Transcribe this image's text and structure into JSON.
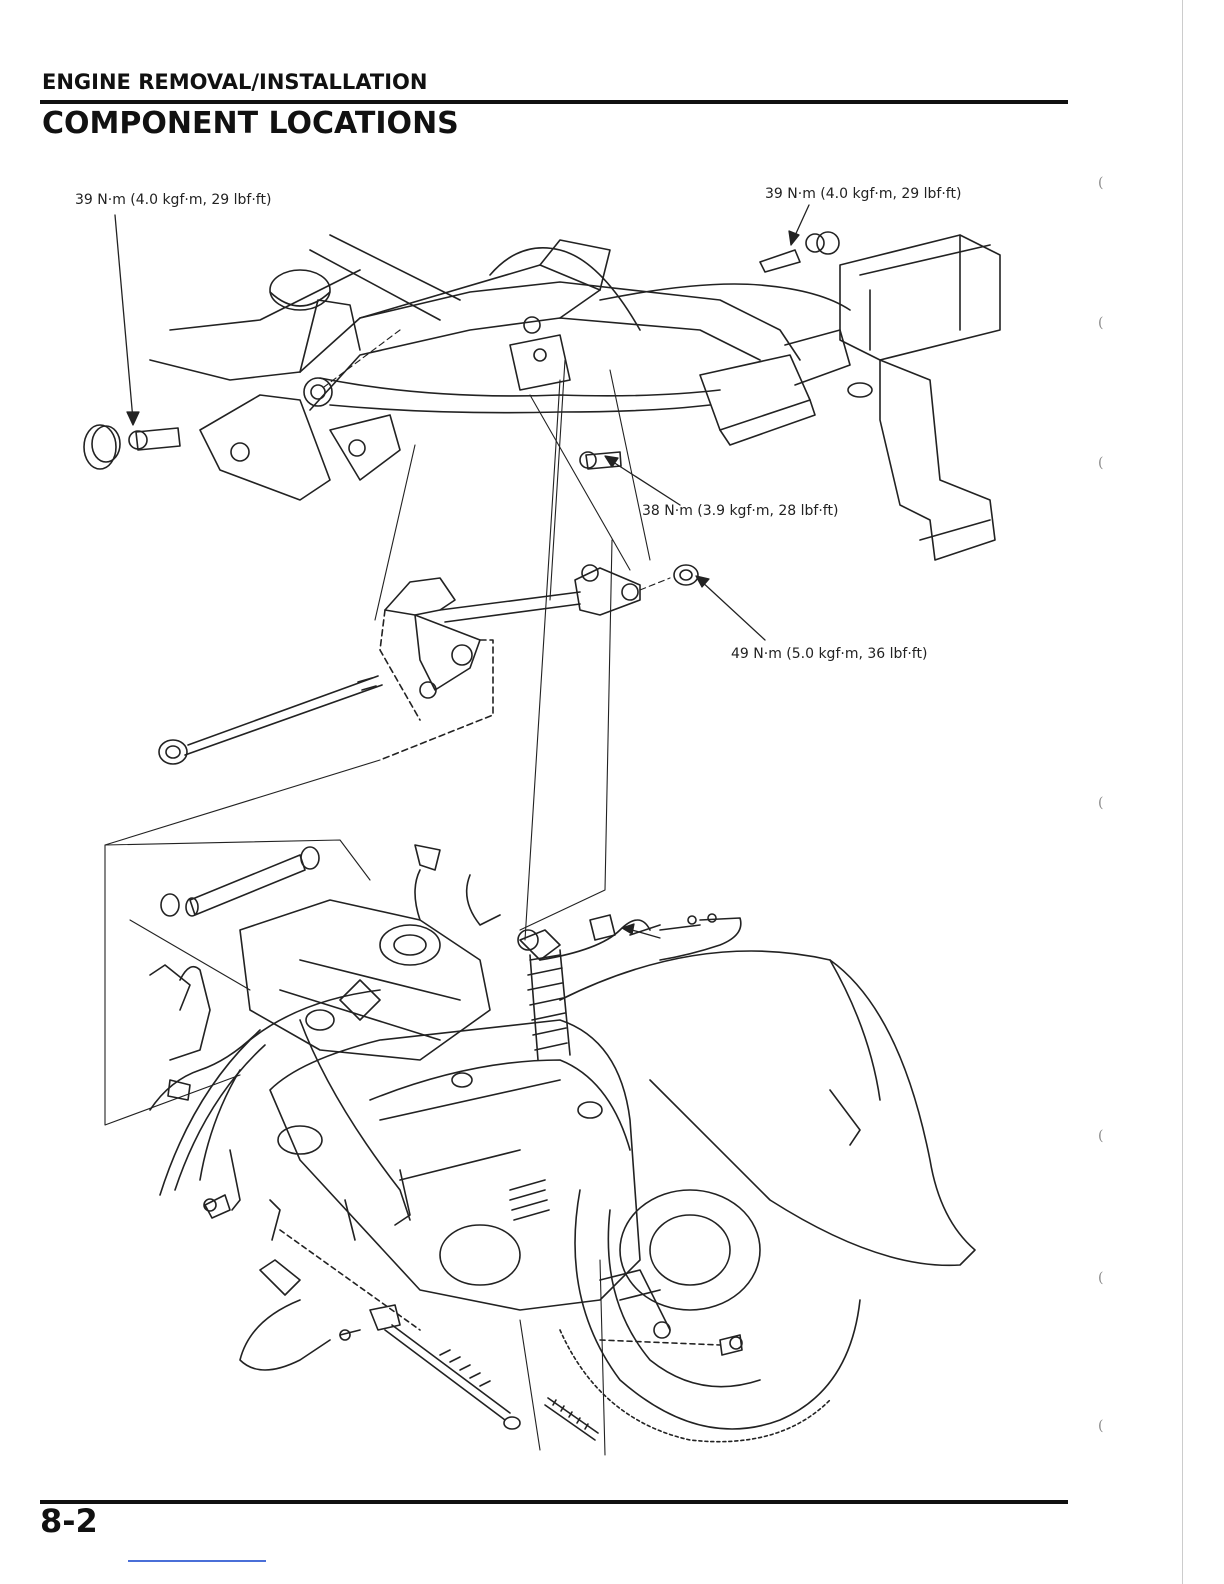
{
  "header": {
    "section": "ENGINE REMOVAL/INSTALLATION",
    "title": "COMPONENT LOCATIONS"
  },
  "torque_labels": [
    "39 N·m (4.0 kgf·m, 29 lbf·ft)",
    "39 N·m (4.0 kgf·m, 29 lbf·ft)",
    "38 N·m (3.9 kgf·m, 28 lbf·ft)",
    "49 N·m (5.0 kgf·m, 36 lbf·ft)"
  ],
  "footer": {
    "page_number": "8-2"
  }
}
